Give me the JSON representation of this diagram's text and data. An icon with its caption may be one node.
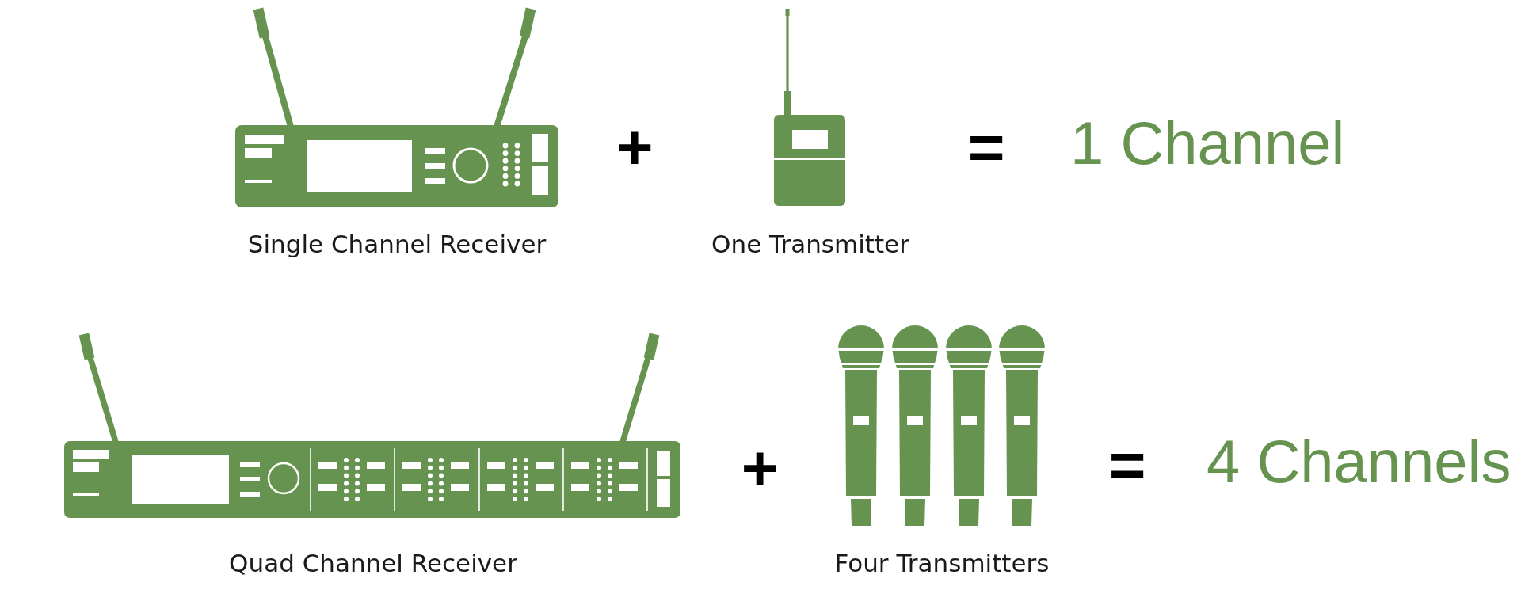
{
  "diagram": {
    "labels": [
      "+",
      "=",
      "1 Channel",
      "Single Channel Receiver",
      "One Transmitter",
      "+",
      "=",
      "4 Channels",
      "Quad Channel Receiver",
      "Four Transmitters"
    ]
  }
}
